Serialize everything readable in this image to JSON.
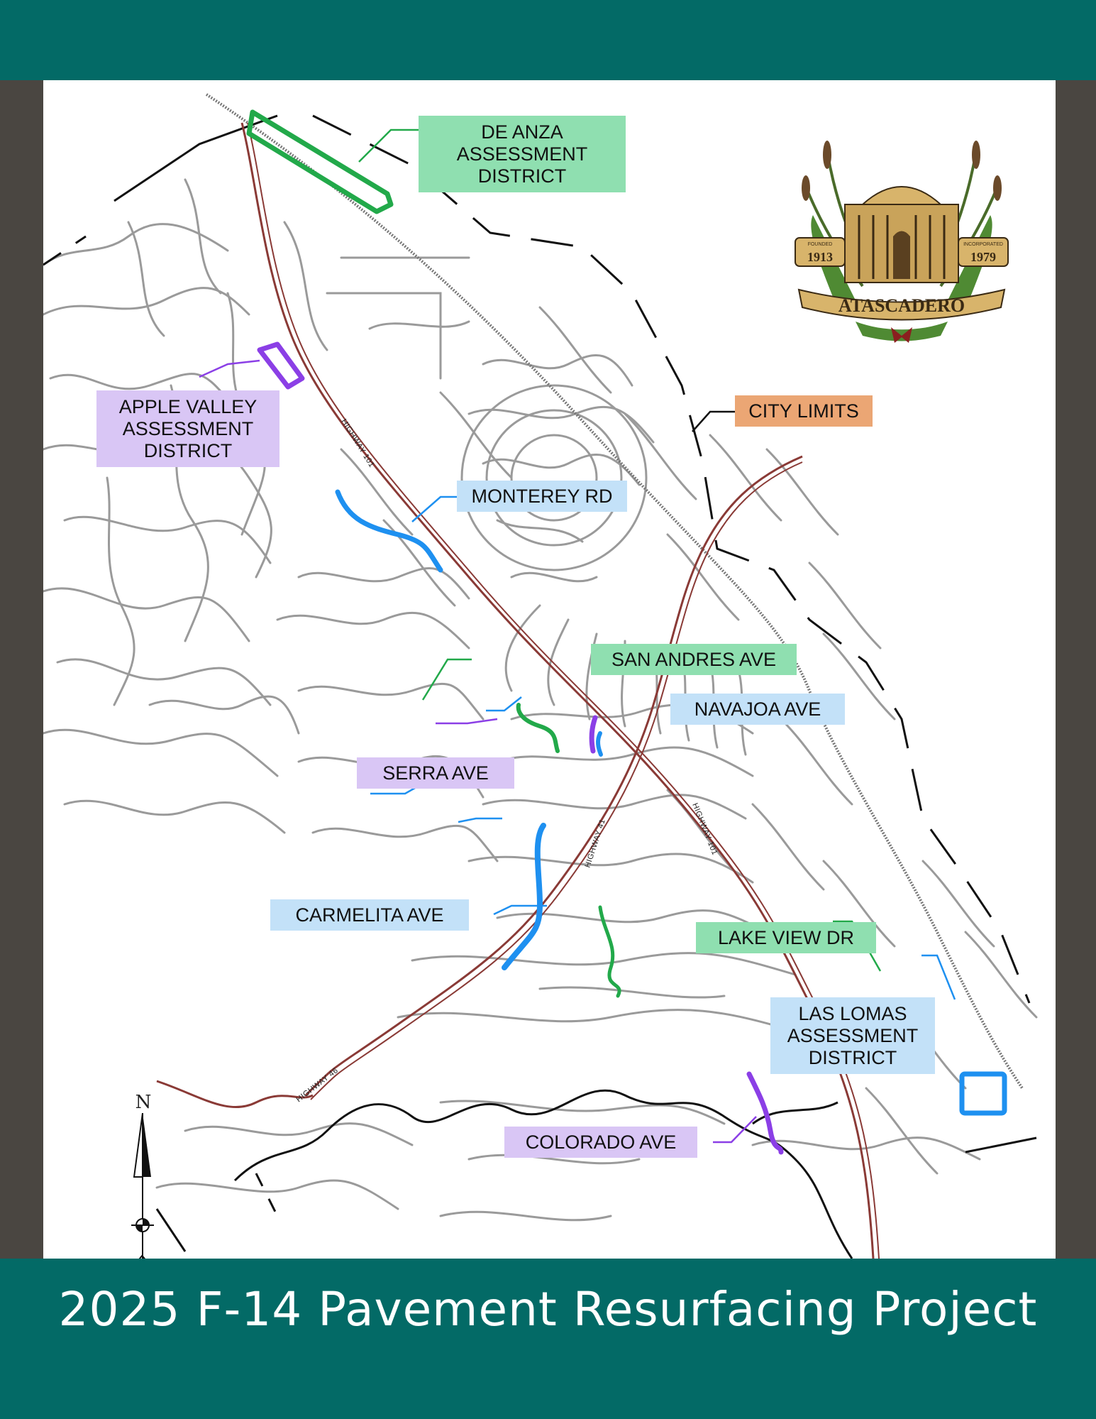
{
  "footer": {
    "title": "2025 F-14 Pavement Resurfacing Project"
  },
  "logo": {
    "founded_label": "FOUNDED",
    "founded_year": "1913",
    "incorporated_label": "INCORPORATED",
    "incorporated_year": "1979",
    "name": "ATASCADERO"
  },
  "compass": {
    "north": "N"
  },
  "highways": {
    "hwy101_north": "HIGHWAY 101",
    "hwy101_south": "HIGHWAY 101",
    "hwy41": "HIGHWAY 41",
    "hwy46": "HIGHWAY 46"
  },
  "labels": {
    "de_anza": [
      "DE ANZA",
      "ASSESSMENT",
      "DISTRICT"
    ],
    "apple_valley": [
      "APPLE VALLEY",
      "ASSESSMENT",
      "DISTRICT"
    ],
    "city_limits": "CITY LIMITS",
    "monterey": "MONTEREY RD",
    "san_andres": "SAN ANDRES AVE",
    "navajoa": "NAVAJOA AVE",
    "serra": "SERRA AVE",
    "carmelita": "CARMELITA AVE",
    "lake_view": "LAKE VIEW DR",
    "las_lomas": [
      "LAS LOMAS",
      "ASSESSMENT",
      "DISTRICT"
    ],
    "colorado": "COLORADO AVE"
  },
  "colors": {
    "teal": "#036a66",
    "frame": "#4a4641",
    "green_project": "#22a94a",
    "purple_project": "#8b3fe6",
    "blue_project": "#1e90f0",
    "highway": "#8a3a36",
    "road": "#8f8f8f",
    "city_limits": "#111111"
  }
}
